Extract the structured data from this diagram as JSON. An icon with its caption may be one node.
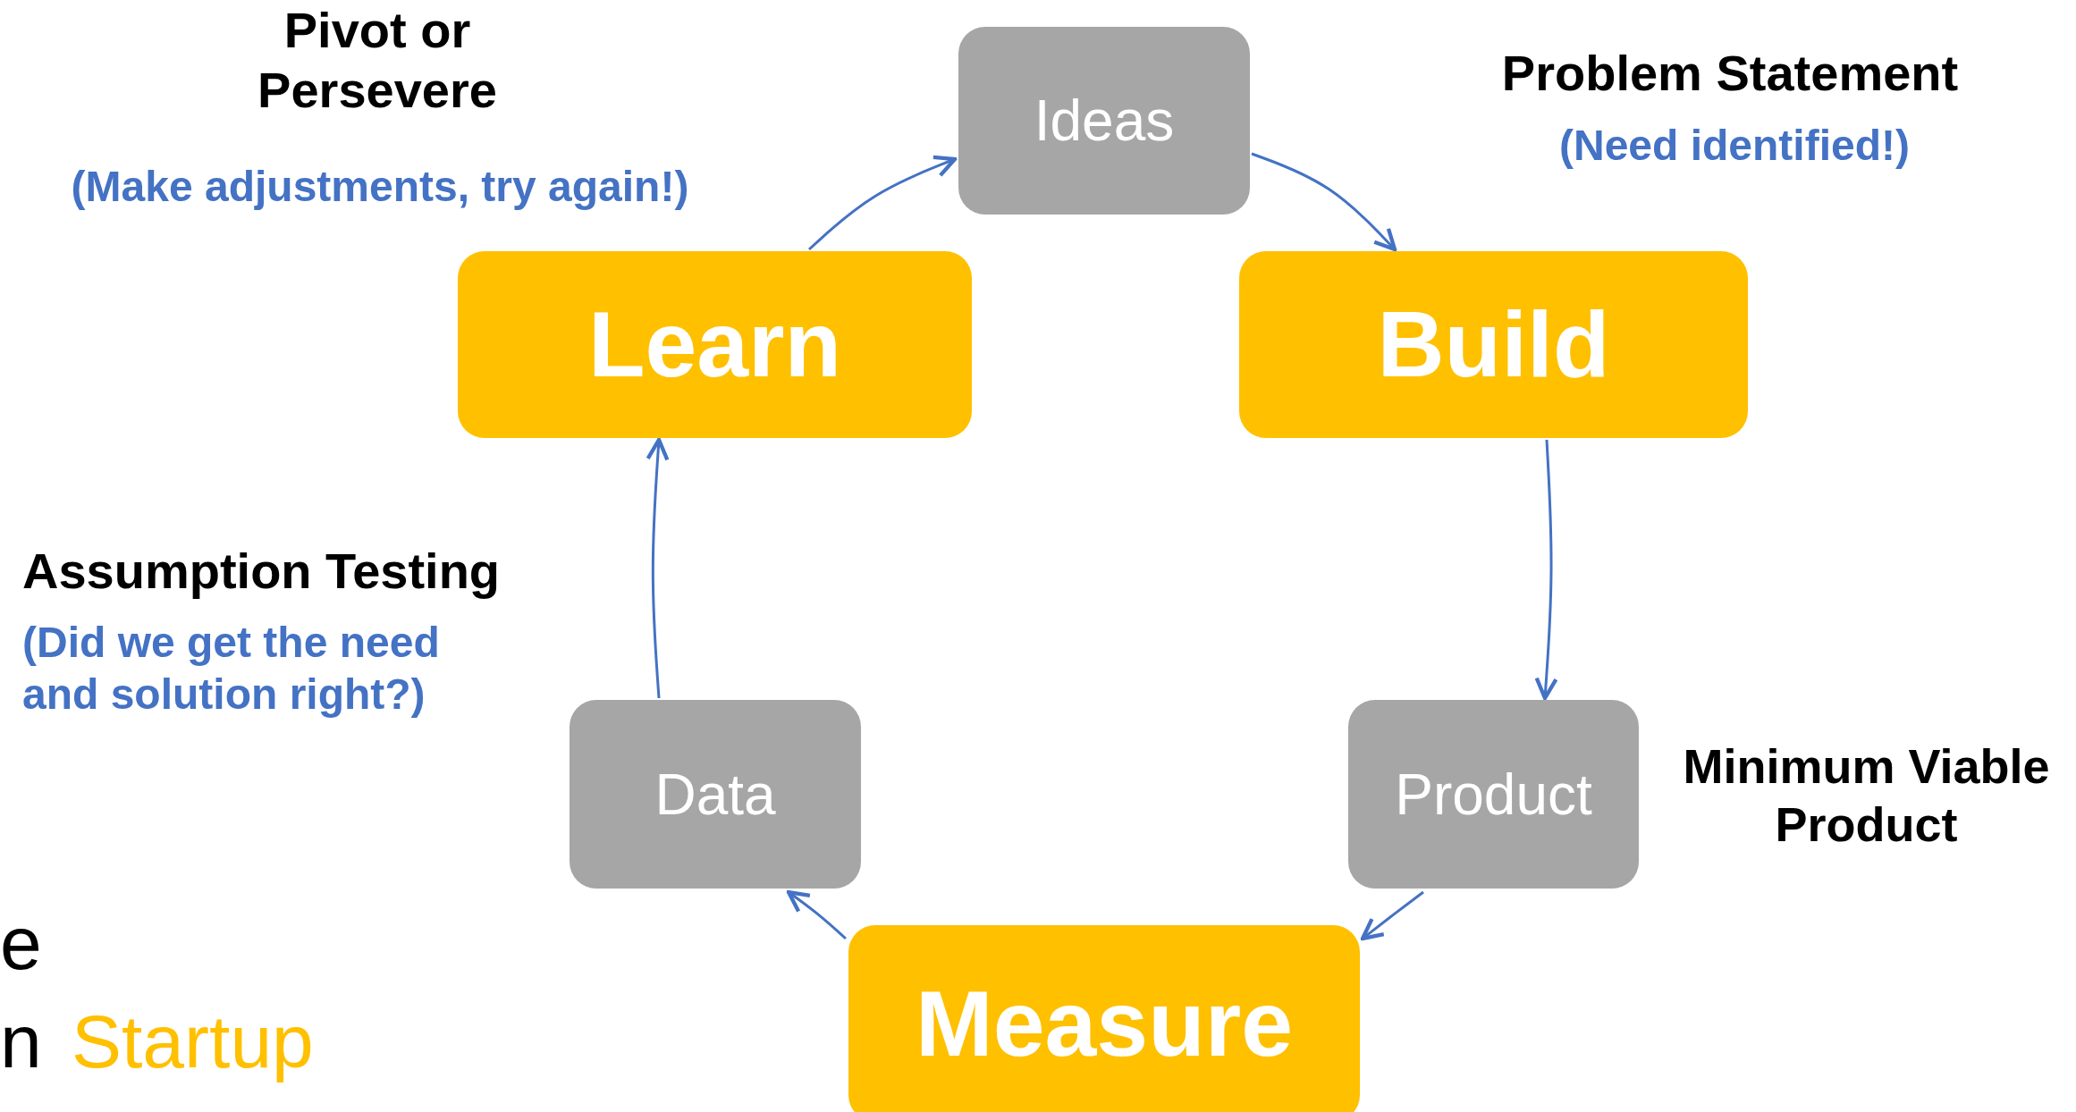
{
  "diagram": {
    "nodes": [
      {
        "text": [
          "Ideas"
        ]
      },
      {
        "text": [
          "Build"
        ]
      },
      {
        "text": [
          "Product"
        ]
      },
      {
        "text": [
          "Measure"
        ]
      },
      {
        "text": [
          "Data"
        ]
      },
      {
        "text": [
          "Learn"
        ]
      }
    ],
    "edges": [
      {
        "from": 0,
        "to": 1,
        "arrow": "to"
      },
      {
        "from": 1,
        "to": 2,
        "arrow": "to"
      },
      {
        "from": 2,
        "to": 3,
        "arrow": "to"
      },
      {
        "from": 3,
        "to": 4,
        "arrow": "to"
      },
      {
        "from": 4,
        "to": 5,
        "arrow": "to"
      },
      {
        "from": 5,
        "to": 0,
        "arrow": "to"
      }
    ],
    "labels": [
      "Pivot or Persevere",
      "(Make adjustments, try again!)",
      "Problem Statement",
      "(Need identified!)",
      "Assumption Testing",
      "(Did we get the need and solution right?)",
      "Minimum Viable Product",
      "e",
      "n",
      "Startup"
    ]
  }
}
